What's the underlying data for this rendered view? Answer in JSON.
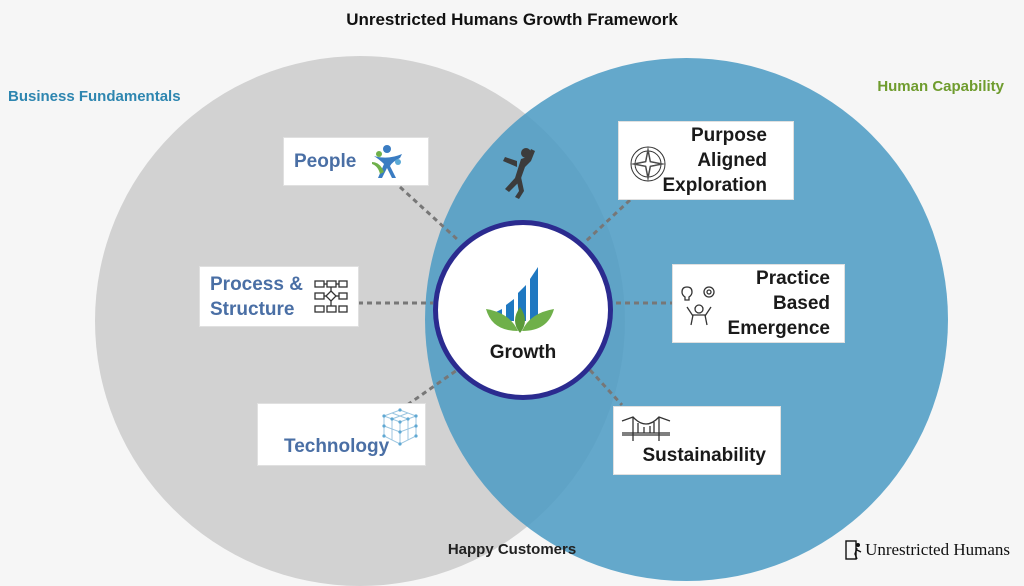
{
  "title": "Unrestricted Humans Growth Framework",
  "left_label": "Business Fundamentals",
  "right_label": "Human Capability",
  "bottom_label": "Happy Customers",
  "center": {
    "label": "Growth"
  },
  "cards_left": {
    "people": "People",
    "process_line1": "Process &",
    "process_line2": "Structure",
    "technology": "Technology"
  },
  "cards_right": {
    "purpose_line1": "Purpose",
    "purpose_line2": "Aligned",
    "purpose_line3": "Exploration",
    "practice_line1": "Practice",
    "practice_line2": "Based",
    "practice_line3": "Emergence",
    "sustainability": "Sustainability"
  },
  "brand": "Unrestricted Humans",
  "colors": {
    "left_circle": "#d2d2d2",
    "right_circle": "#4e9cc4",
    "left_label": "#2e86b0",
    "right_label": "#6f9c2e",
    "center_border": "#2b2b8f"
  },
  "icons": {
    "people": "people-icon",
    "process": "flowchart-icon",
    "technology": "network-cube-icon",
    "purpose": "compass-icon",
    "practice": "ideas-gears-icon",
    "sustainability": "bridge-icon",
    "growth": "growth-chart-leaves-icon",
    "jumper": "jumping-person-icon"
  }
}
